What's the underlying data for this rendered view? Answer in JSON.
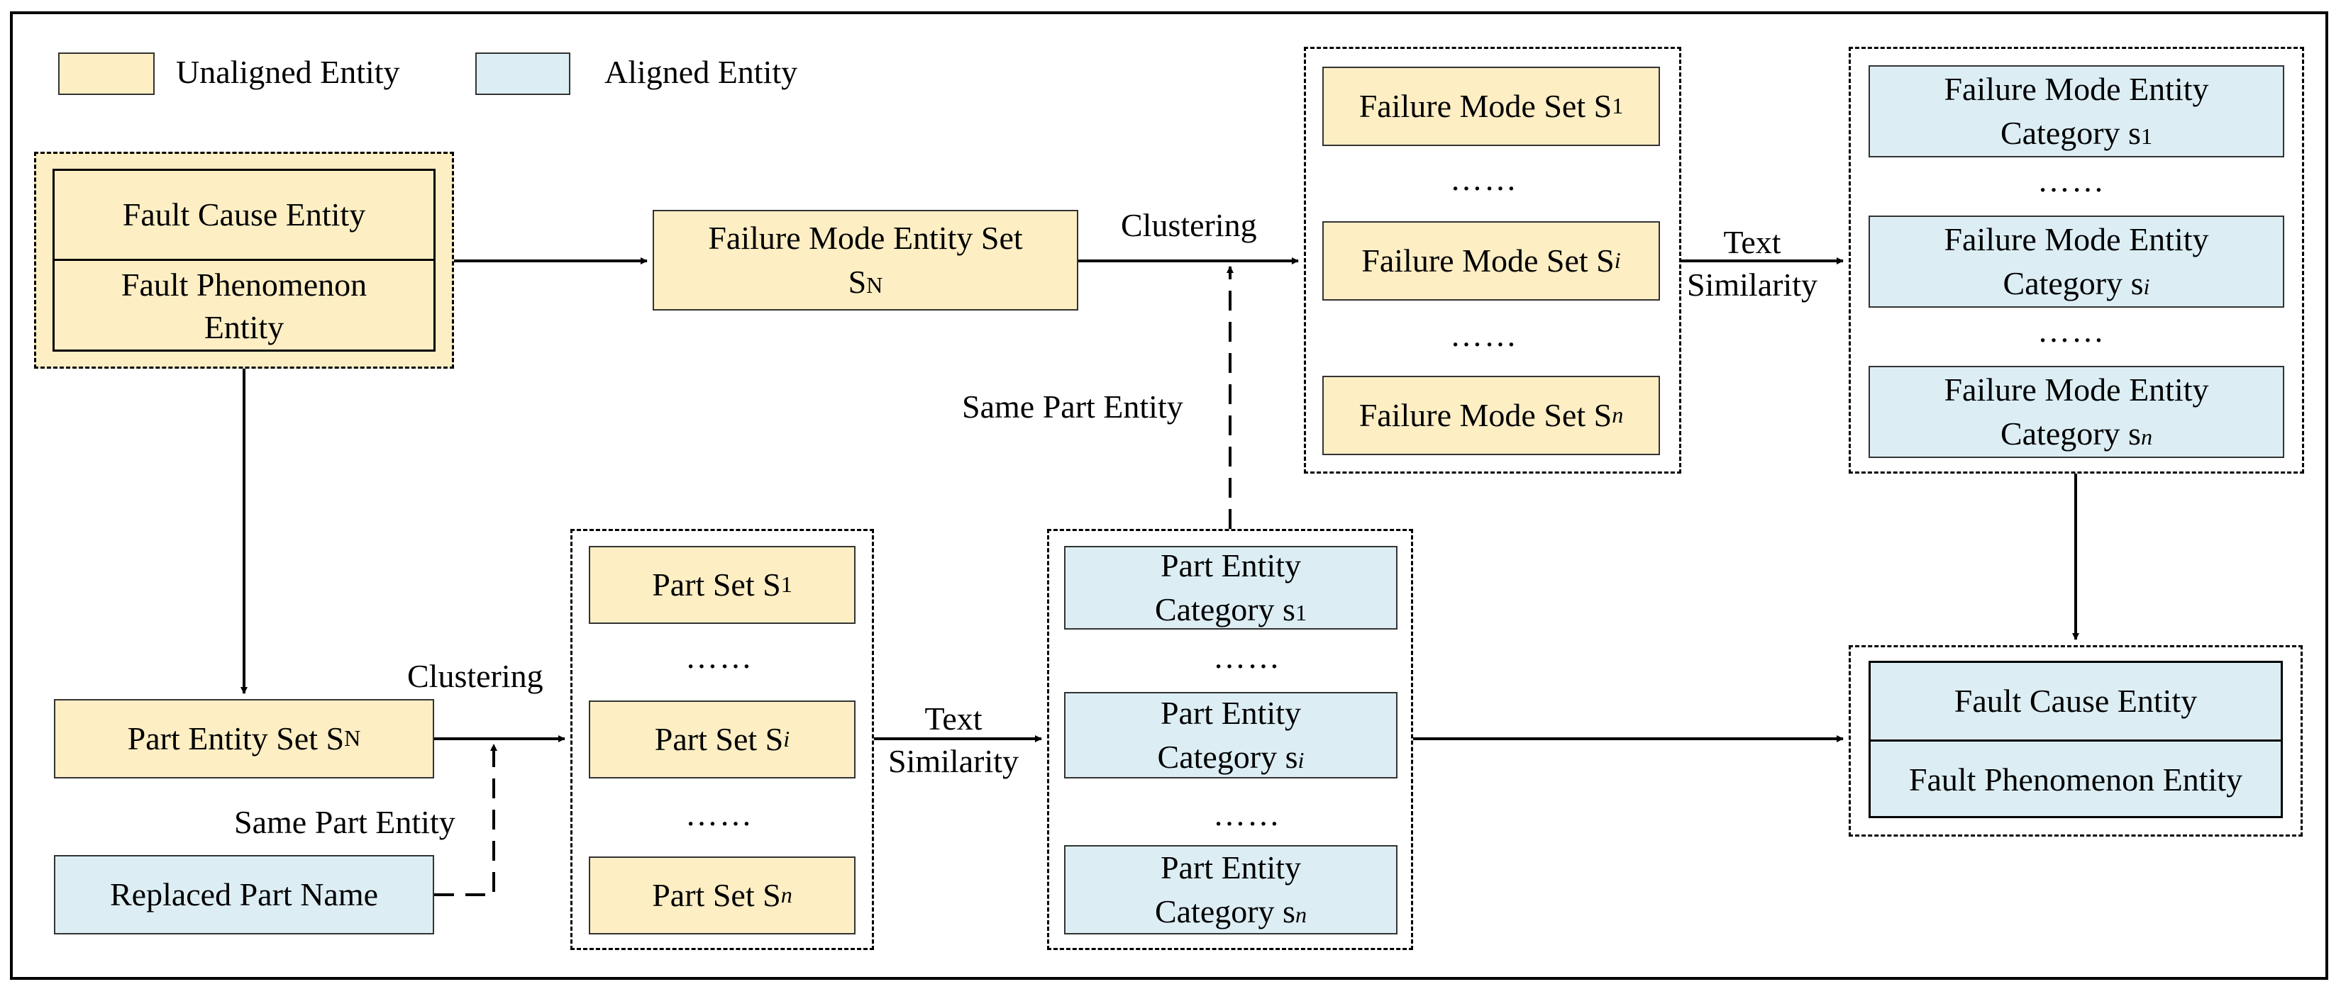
{
  "legend": {
    "unaligned": "Unaligned Entity",
    "aligned": "Aligned Entity"
  },
  "colors": {
    "unaligned": "#fdeec4",
    "aligned": "#dceef4",
    "line": "#000000"
  },
  "source": {
    "top": "Fault Cause Entity",
    "bottom": "Fault Phenomenon Entity"
  },
  "failure_mode_entity_set": {
    "text": "Failure Mode Entity Set",
    "sub": "S",
    "subsub": "N"
  },
  "failure_mode_sets": [
    {
      "text": "Failure Mode Set S",
      "index": "1"
    },
    {
      "text": "Failure Mode Set S",
      "index": "i"
    },
    {
      "text": "Failure Mode Set S",
      "index": "n"
    }
  ],
  "failure_mode_categories": [
    {
      "line1": "Failure Mode Entity",
      "line2": "Category s",
      "index": "1"
    },
    {
      "line1": "Failure Mode Entity",
      "line2": "Category s",
      "index": "i"
    },
    {
      "line1": "Failure Mode Entity",
      "line2": "Category s",
      "index": "n"
    }
  ],
  "part_entity_set": {
    "text": "Part Entity Set S",
    "index": "N"
  },
  "replaced_part_name": "Replaced Part Name",
  "part_sets": [
    {
      "text": "Part Set S",
      "index": "1"
    },
    {
      "text": "Part Set S",
      "index": "i"
    },
    {
      "text": "Part Set S",
      "index": "n"
    }
  ],
  "part_categories": [
    {
      "line1": "Part Entity",
      "line2": "Category s",
      "index": "1"
    },
    {
      "line1": "Part Entity",
      "line2": "Category s",
      "index": "i"
    },
    {
      "line1": "Part Entity",
      "line2": "Category s",
      "index": "n"
    }
  ],
  "result": {
    "top": "Fault Cause Entity",
    "bottom": "Fault Phenomenon Entity"
  },
  "edge_labels": {
    "clustering_top": "Clustering",
    "clustering_bottom": "Clustering",
    "same_part_top": "Same Part Entity",
    "same_part_bottom": "Same Part Entity",
    "text_sim_top_1": "Text",
    "text_sim_top_2": "Similarity",
    "text_sim_bottom_1": "Text",
    "text_sim_bottom_2": "Similarity"
  },
  "ellipsis": "……"
}
